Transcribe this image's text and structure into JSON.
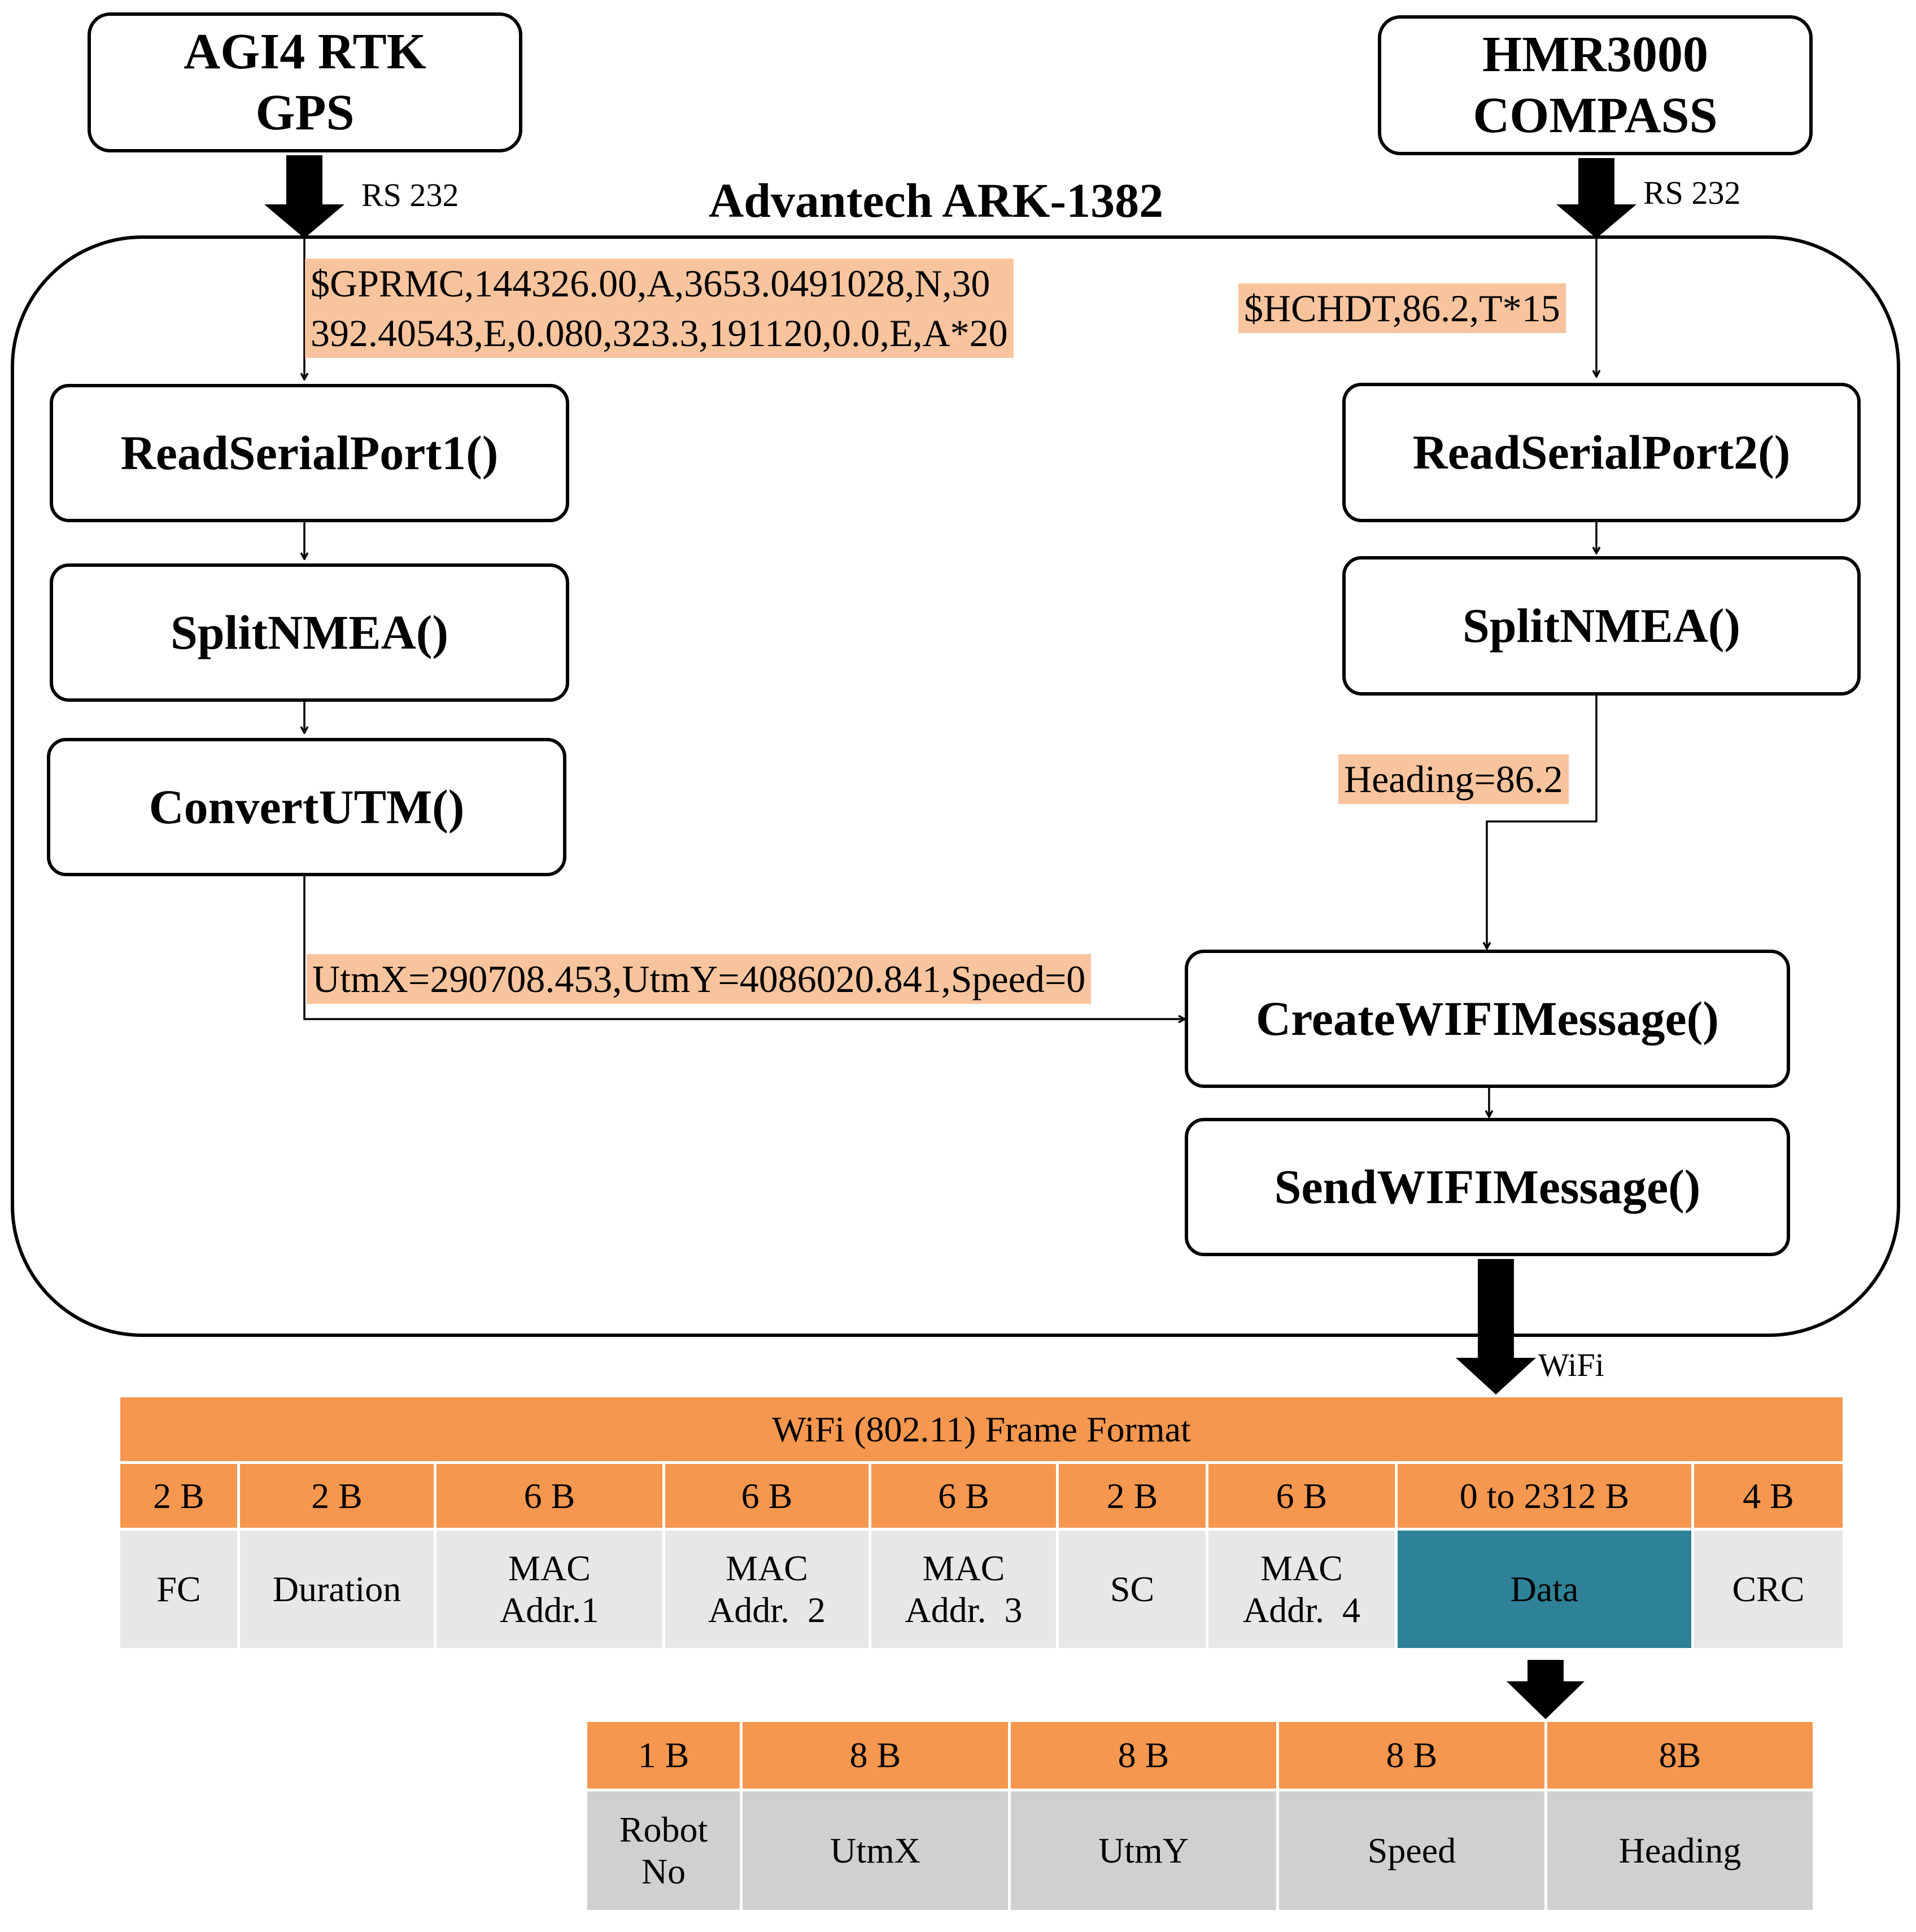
{
  "gps": {
    "line1": "AGI4 RTK",
    "line2": "GPS"
  },
  "compass": {
    "line1": "HMR3000",
    "line2": "COMPASS"
  },
  "computer": {
    "title": "Advantech ARK-1382"
  },
  "links": {
    "gps_link": "RS 232",
    "compass_link": "RS 232",
    "wifi_link": "WiFi"
  },
  "messages": {
    "gprmc_line1": "$GPRMC,144326.00,A,3653.0491028,N,30",
    "gprmc_line2": "392.40543,E,0.080,323.3,191120,0.0,E,A*20",
    "hchdt": "$HCHDT,86.2,T*15",
    "heading": "Heading=86.2",
    "utm": "UtmX=290708.453,UtmY=4086020.841,Speed=0"
  },
  "functions": {
    "read1": "ReadSerialPort1()",
    "split1": "SplitNMEA()",
    "convert": "ConvertUTM()",
    "read2": "ReadSerialPort2()",
    "split2": "SplitNMEA()",
    "create": "CreateWIFIMessage()",
    "send": "SendWIFIMessage()"
  },
  "frame": {
    "title": "WiFi (802.11) Frame Format",
    "sizes": [
      "2 B",
      "2 B",
      "6 B",
      "6 B",
      "6 B",
      "2 B",
      "6 B",
      "0 to 2312 B",
      "4 B"
    ],
    "fields": [
      {
        "line1": "FC",
        "line2": ""
      },
      {
        "line1": "Duration",
        "line2": ""
      },
      {
        "line1": "MAC",
        "line2": "Addr.1"
      },
      {
        "line1": "MAC",
        "line2": "Addr.  2"
      },
      {
        "line1": "MAC",
        "line2": "Addr.  3"
      },
      {
        "line1": "SC",
        "line2": ""
      },
      {
        "line1": "MAC",
        "line2": "Addr.  4"
      },
      {
        "line1": "Data",
        "line2": ""
      },
      {
        "line1": "CRC",
        "line2": ""
      }
    ]
  },
  "payload": {
    "sizes": [
      "1 B",
      "8 B",
      "8 B",
      "8 B",
      "8B"
    ],
    "fields": [
      {
        "line1": "Robot",
        "line2": "No"
      },
      {
        "line1": "UtmX",
        "line2": ""
      },
      {
        "line1": "UtmY",
        "line2": ""
      },
      {
        "line1": "Speed",
        "line2": ""
      },
      {
        "line1": "Heading",
        "line2": ""
      }
    ]
  },
  "colors": {
    "header_orange": "#F5974F",
    "message_highlight": "#F8C49E",
    "field_gray": "#E7E7E7",
    "payload_gray": "#D0D0D0",
    "data_teal": "#2E8297"
  }
}
